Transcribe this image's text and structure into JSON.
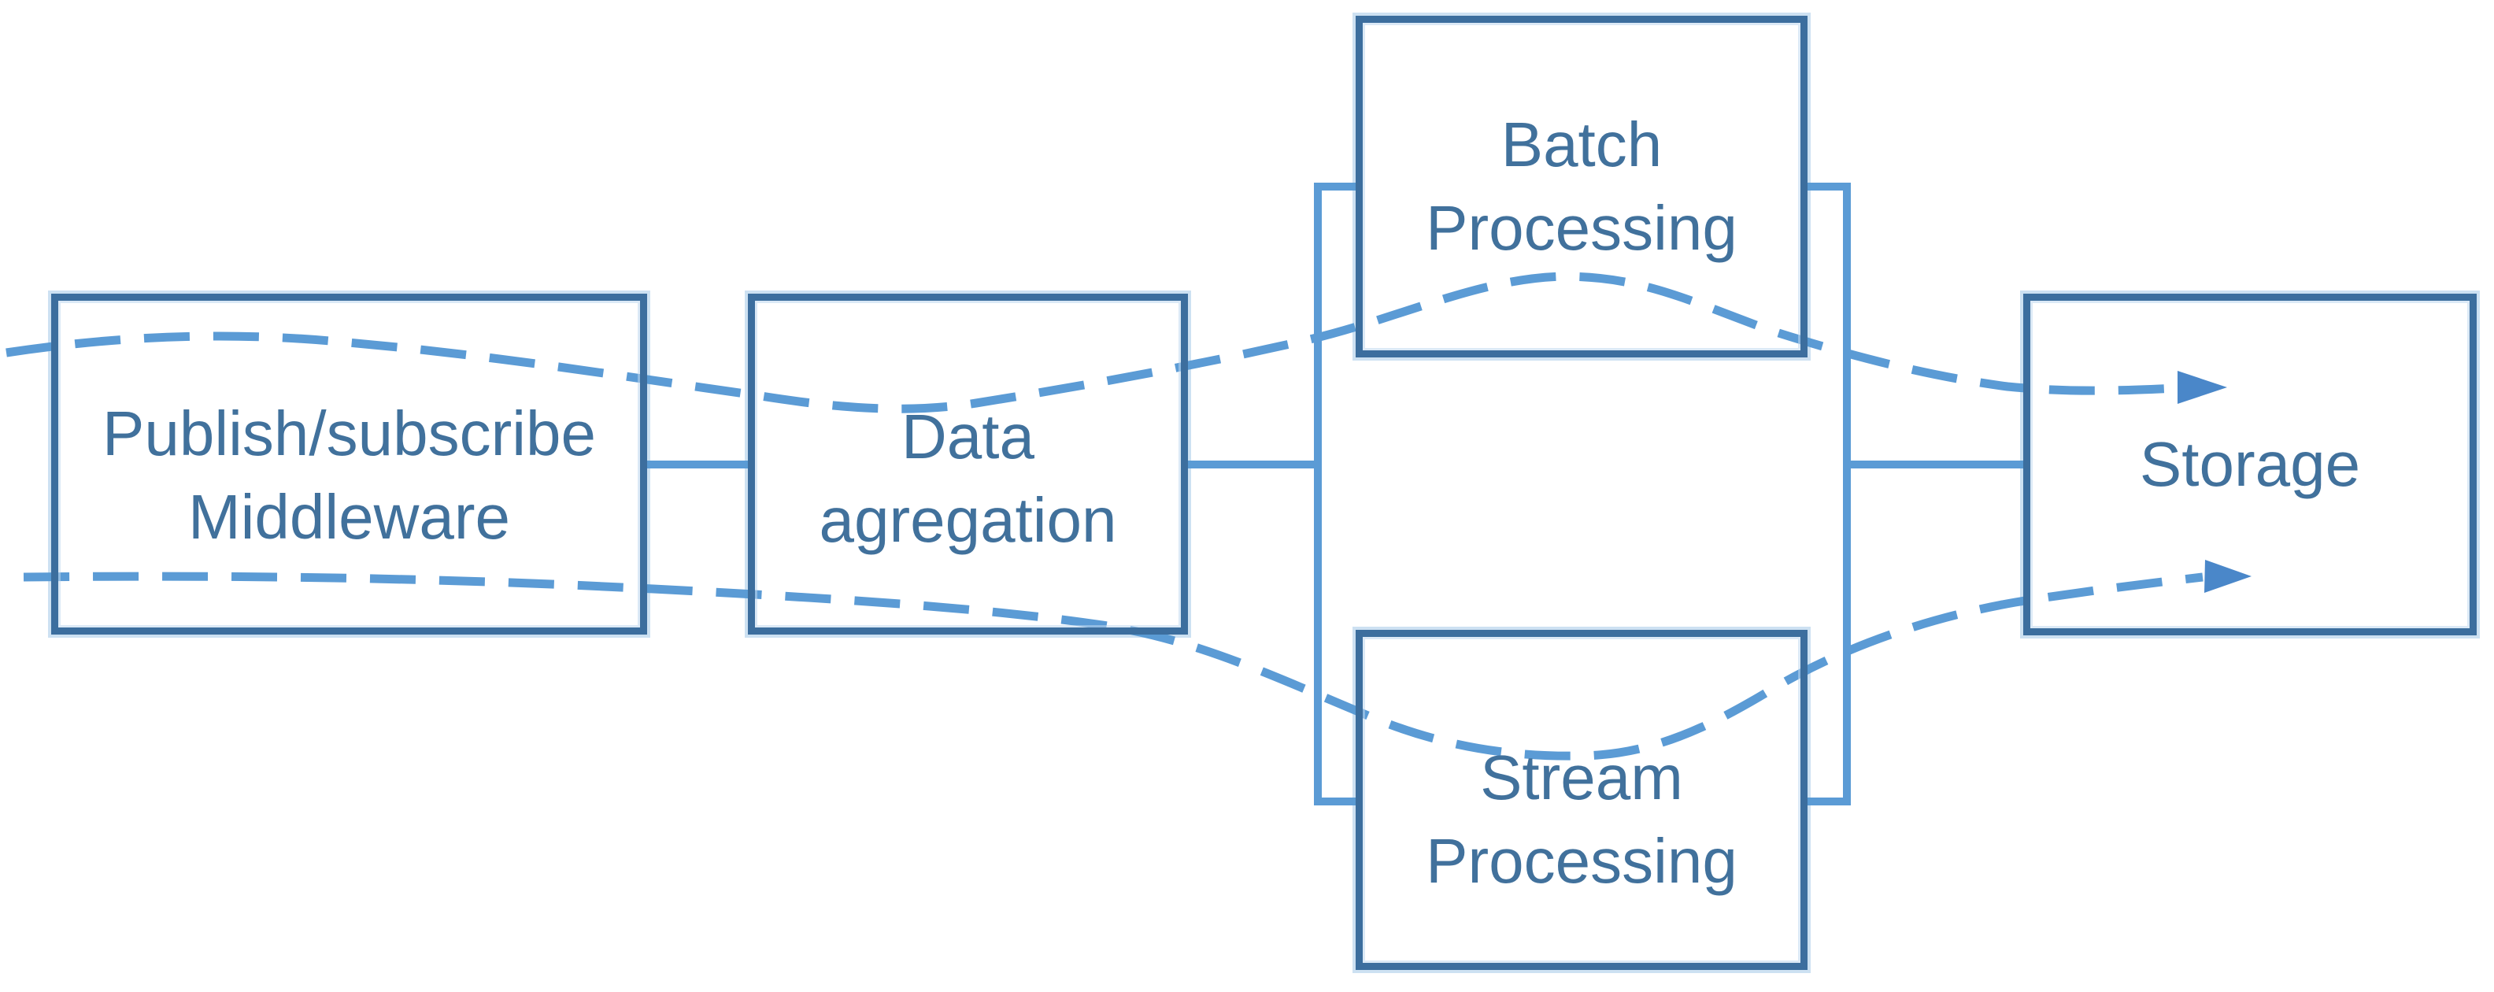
{
  "diagram": {
    "colors": {
      "background": "#ffffff",
      "box_border": "#3c6e9e",
      "connector": "#5b9bd5",
      "arrow": "#4a87c9",
      "text": "#41719c"
    },
    "nodes": {
      "publish_subscribe": {
        "lines": [
          "Publish/subscribe",
          "Middleware"
        ]
      },
      "data_aggregation": {
        "lines": [
          "Data",
          "agregation"
        ]
      },
      "batch_processing": {
        "lines": [
          "Batch",
          "Processing"
        ]
      },
      "stream_processing": {
        "lines": [
          "Stream",
          "Processing"
        ]
      },
      "storage": {
        "lines": [
          "Storage"
        ]
      }
    },
    "flows": [
      {
        "name": "top-dashed-flow",
        "style": "dashed-arrow",
        "path": [
          "publish_subscribe",
          "data_aggregation",
          "batch_processing",
          "storage"
        ]
      },
      {
        "name": "bottom-dashed-flow",
        "style": "dashed-arrow",
        "path": [
          "publish_subscribe",
          "data_aggregation",
          "stream_processing",
          "storage"
        ]
      }
    ]
  }
}
